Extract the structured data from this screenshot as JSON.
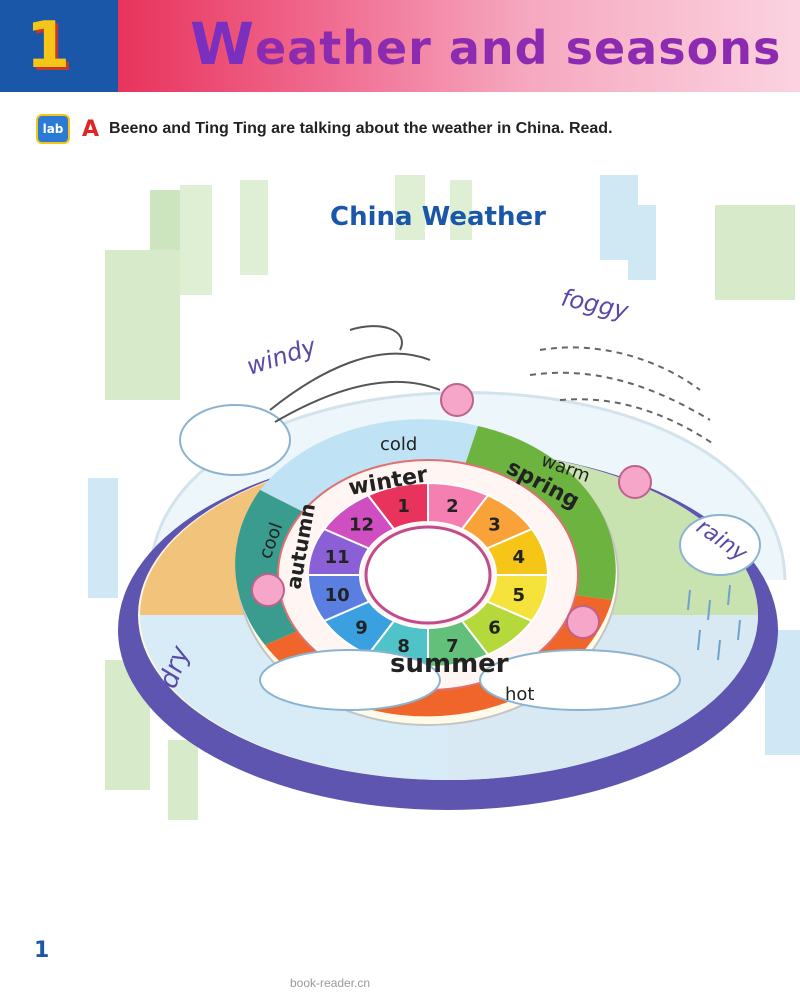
{
  "header": {
    "unit_number": "1",
    "title_first_letter": "W",
    "title_rest": "eather and seasons"
  },
  "instruction": {
    "icon_label": "lab",
    "activity_letter": "A",
    "text": "Beeno and Ting Ting are talking about the weather in China. Read."
  },
  "illustration": {
    "title": "China Weather",
    "weather_labels": {
      "windy": "windy",
      "foggy": "foggy",
      "rainy": "rainy",
      "dry": "dry"
    },
    "temperature_labels": {
      "cold": "cold",
      "warm": "warm",
      "cool": "cool",
      "hot": "hot"
    },
    "seasons": {
      "winter": "winter",
      "spring": "spring",
      "summer": "summer",
      "autumn": "autumn"
    },
    "months": [
      "1",
      "2",
      "3",
      "4",
      "5",
      "6",
      "7",
      "8",
      "9",
      "10",
      "11",
      "12"
    ],
    "month_colors": [
      "#e8335c",
      "#f57fb0",
      "#f9a23a",
      "#f5c518",
      "#f5e23a",
      "#b5d93a",
      "#63c07a",
      "#4fc3c8",
      "#3aa0e0",
      "#5b7fe0",
      "#8b5fd6",
      "#d04fc0"
    ],
    "season_colors": {
      "winter": "#bfe3f5",
      "spring": "#6db33f",
      "summer": "#f0662a",
      "autumn": "#3a9b8f"
    }
  },
  "footer": {
    "page_number": "1",
    "watermark": "book-reader.cn"
  }
}
